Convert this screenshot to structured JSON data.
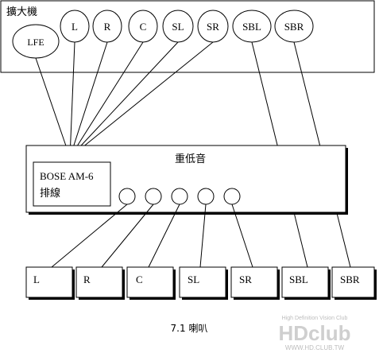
{
  "amplifier": {
    "title": "擴大機",
    "channels": [
      "LFE",
      "L",
      "R",
      "C",
      "SL",
      "SR",
      "SBL",
      "SBR"
    ]
  },
  "subwoofer": {
    "title": "重低音",
    "panel_line1": "BOSE AM-6",
    "panel_line2": "排線"
  },
  "speakers": [
    "L",
    "R",
    "C",
    "SL",
    "SR",
    "SBL",
    "SBR"
  ],
  "caption": "7.1 喇叭",
  "watermark": {
    "tagline": "High Definition Vision Club",
    "brand": "HDclub",
    "url": "WWW.HD.CLUB.TW"
  },
  "colors": {
    "line": "#000000",
    "background": "#ffffff",
    "watermark": "#bdbdbd"
  }
}
